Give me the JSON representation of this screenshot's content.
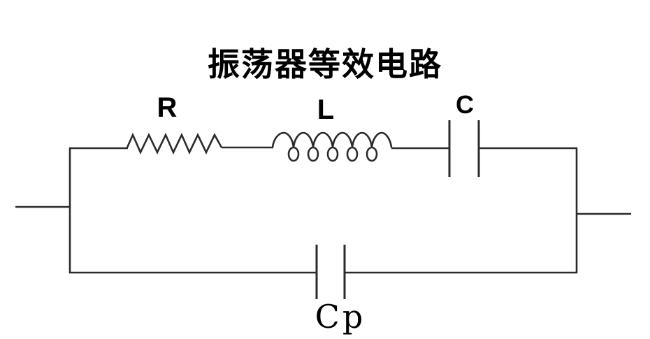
{
  "title": "振荡器等效电路",
  "circuit": {
    "top_branch": {
      "resistor_label": "R",
      "inductor_label": "L",
      "capacitor_label": "C"
    },
    "bottom_branch": {
      "capacitor_label": "Cp"
    }
  },
  "colors": {
    "line": "#2b2b2b",
    "text": "#000000",
    "background": "#ffffff"
  }
}
